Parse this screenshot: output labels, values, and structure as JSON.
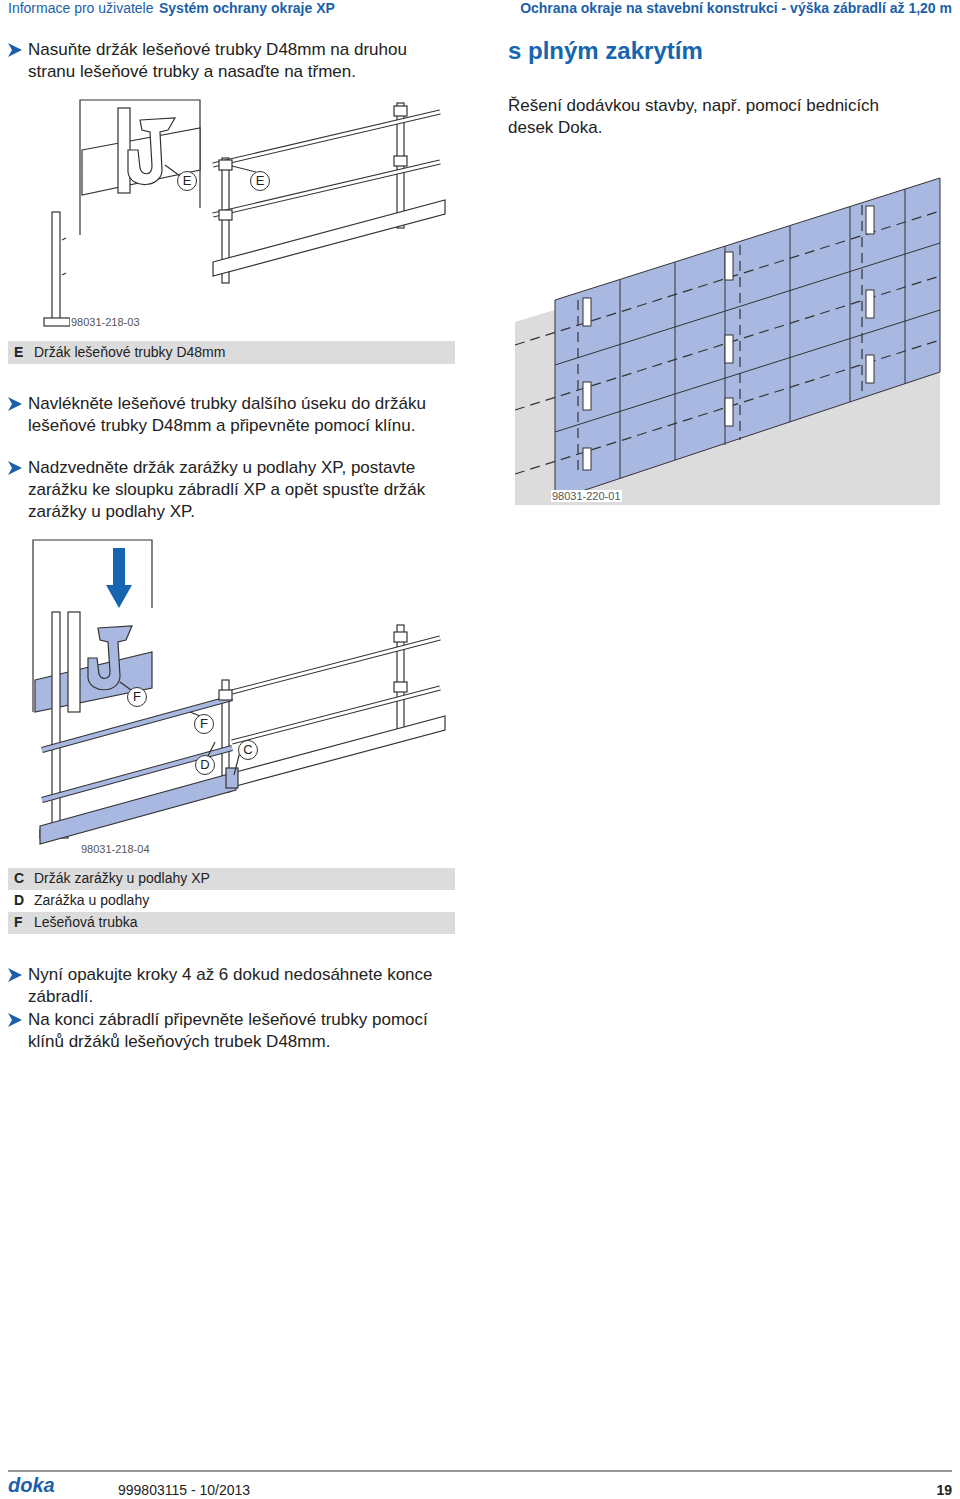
{
  "diagram": {
    "title": "s plným zakrytím",
    "labels": [
      "Informace pro uživatele",
      "Systém ochrany okraje XP",
      "Ochrana okraje na stavební konstrukci - výška zábradlí až 1,20 m",
      "Nasuňte držák lešeňové trubky D48mm na druhou stranu lešeňové trubky a nasaďte na třmen.",
      "Řešení dodávkou stavby, např. pomocí bednicích desek Doka.",
      "E",
      "E",
      "98031-218-03",
      "E",
      "Držák lešeňové trubky D48mm",
      "Navlékněte lešeňové trubky dalšího úseku do držáku lešeňové trubky D48mm a připevněte pomocí klínu.",
      "Nadzvedněte držák zarážky u podlahy XP, postavte zarážku ke sloupku zábradlí XP a opět spusťte držák zarážky u podlahy XP.",
      "98031-220-01",
      "F",
      "F",
      "D",
      "C",
      "98031-218-04",
      "C",
      "Držák zarážky u podlahy XP",
      "D",
      "Zarážka u podlahy",
      "F",
      "Lešeňová trubka",
      "Nyní opakujte kroky 4 až 6 dokud nedosáhnete konce zábradlí.",
      "Na konci zábradlí připevněte lešeňové trubky pomocí klínů držáků lešeňových trubek D48mm.",
      "doka",
      "999803115 - 10/2013",
      "19"
    ]
  }
}
